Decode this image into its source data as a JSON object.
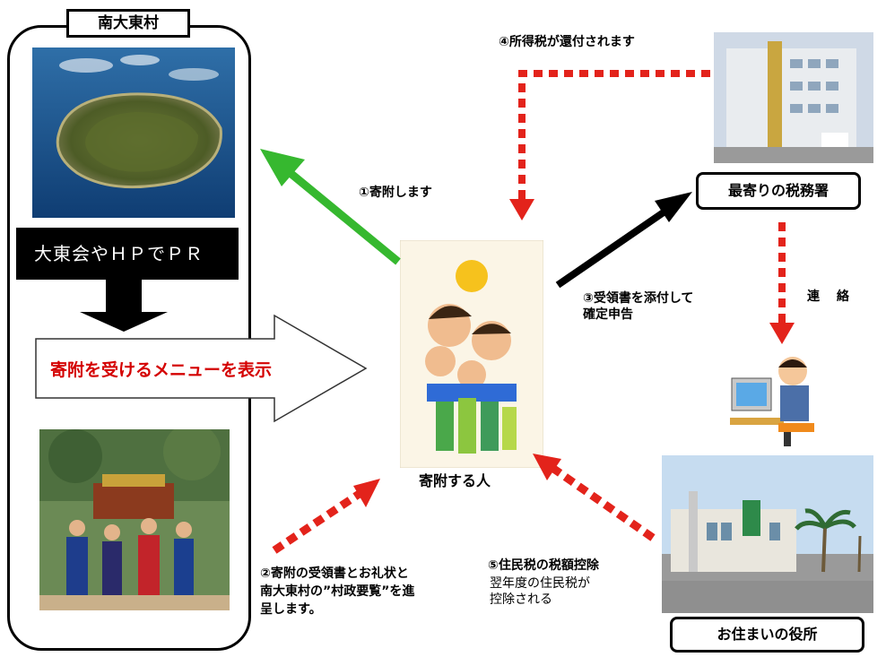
{
  "village": {
    "title": "南大東村",
    "pr_text": "大東会やＨＰでＰＲ",
    "menu_text": "寄附を受けるメニューを表示"
  },
  "donor": {
    "label": "寄附する人"
  },
  "steps": {
    "s1": "①寄附します",
    "s2_lines": [
      "②寄附の受領書とお礼状と",
      "南大東村の”村政要覧”を進",
      "呈します。"
    ],
    "s3_lines": [
      "③受領書を添付して",
      "確定申告"
    ],
    "s4": "④所得税が還付されます",
    "s5_title": "⑤住民税の税額控除",
    "s5_lines": [
      "翌年度の住民税が",
      "控除される"
    ]
  },
  "tax_office": {
    "label": "最寄りの税務署"
  },
  "contact": {
    "label": "連　 絡"
  },
  "city_hall": {
    "label": "お住まいの役所"
  },
  "colors": {
    "green_arrow": "#36b82f",
    "red_dashed": "#e3231b",
    "menu_red": "#d40000"
  }
}
